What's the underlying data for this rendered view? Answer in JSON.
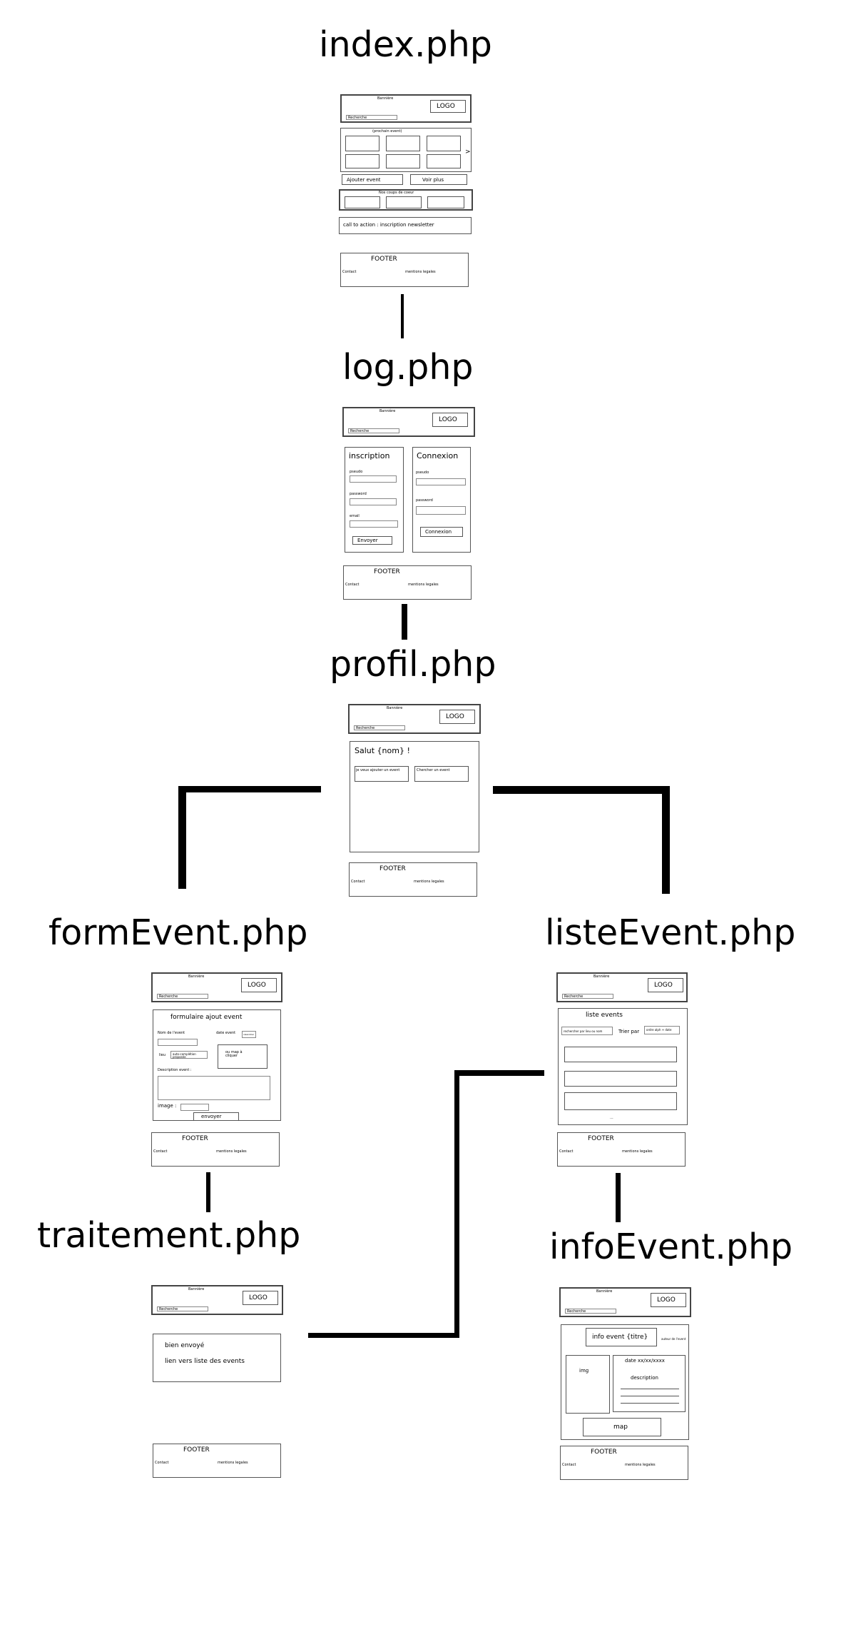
{
  "pages": {
    "index": {
      "title": "index.php",
      "header": {
        "banner": "Bannière",
        "search": "Recherche",
        "logo": "LOGO"
      },
      "events_label": "(prochain event)",
      "arrow": ">",
      "btn_add": "Ajouter event",
      "btn_more": "Voir plus",
      "favorites_label": "Nos coups de coeur",
      "cta": "call to action : inscription newsletter",
      "footer": {
        "title": "FOOTER",
        "contact": "Contact",
        "legal": "mentions legales"
      }
    },
    "log": {
      "title": "log.php",
      "header": {
        "banner": "Bannière",
        "search": "Recherche",
        "logo": "LOGO"
      },
      "signup": {
        "title": "inscription",
        "pseudo": "pseudo",
        "password": "password",
        "email": "email",
        "submit": "Envoyer"
      },
      "login": {
        "title": "Connexion",
        "pseudo": "pseudo",
        "password": "password",
        "submit": "Connexion"
      },
      "footer": {
        "title": "FOOTER",
        "contact": "Contact",
        "legal": "mentions legales"
      }
    },
    "profil": {
      "title": "profil.php",
      "header": {
        "banner": "Bannière",
        "search": "Recherche",
        "logo": "LOGO"
      },
      "greeting": "Salut {nom} !",
      "btn_add": "je veux ajouter un event",
      "btn_search": "Chercher un event",
      "footer": {
        "title": "FOOTER",
        "contact": "Contact",
        "legal": "mentions legales"
      }
    },
    "formEvent": {
      "title": "formEvent.php",
      "header": {
        "banner": "Bannière",
        "search": "Recherche",
        "logo": "LOGO"
      },
      "form_title": "formulaire ajout event",
      "name_label": "Nom de l'event",
      "date_label": "date event",
      "date_value": "calendrier",
      "place_label": "lieu",
      "place_value": "auto-complétion proposée",
      "map_text": "ou map à cliquer",
      "desc_label": "Description event :",
      "image_label": "image :",
      "submit": "envoyer",
      "footer": {
        "title": "FOOTER",
        "contact": "Contact",
        "legal": "mentions legales"
      }
    },
    "traitement": {
      "title": "traitement.php",
      "header": {
        "banner": "Bannière",
        "search": "Recherche",
        "logo": "LOGO"
      },
      "sent": "bien envoyé",
      "link": "lien vers liste des events",
      "footer": {
        "title": "FOOTER",
        "contact": "Contact",
        "legal": "mentions legales"
      }
    },
    "listeEvent": {
      "title": "listeEvent.php",
      "header": {
        "banner": "Bannière",
        "search": "Recherche",
        "logo": "LOGO"
      },
      "list_title": "liste events",
      "search_field": "rechercher par lieu ou nom",
      "sort_label": "Trier par",
      "sort_value": "ordre alph + date",
      "more": "...",
      "footer": {
        "title": "FOOTER",
        "contact": "Contact",
        "legal": "mentions legales"
      }
    },
    "infoEvent": {
      "title": "infoEvent.php",
      "header": {
        "banner": "Bannière",
        "search": "Recherche",
        "logo": "LOGO"
      },
      "info_title": "info event {titre}",
      "author": "auteur de l'event",
      "img": "img",
      "date": "date xx/xx/xxxx",
      "description": "description",
      "map": "map",
      "footer": {
        "title": "FOOTER",
        "contact": "Contact",
        "legal": "mentions legales"
      }
    }
  }
}
